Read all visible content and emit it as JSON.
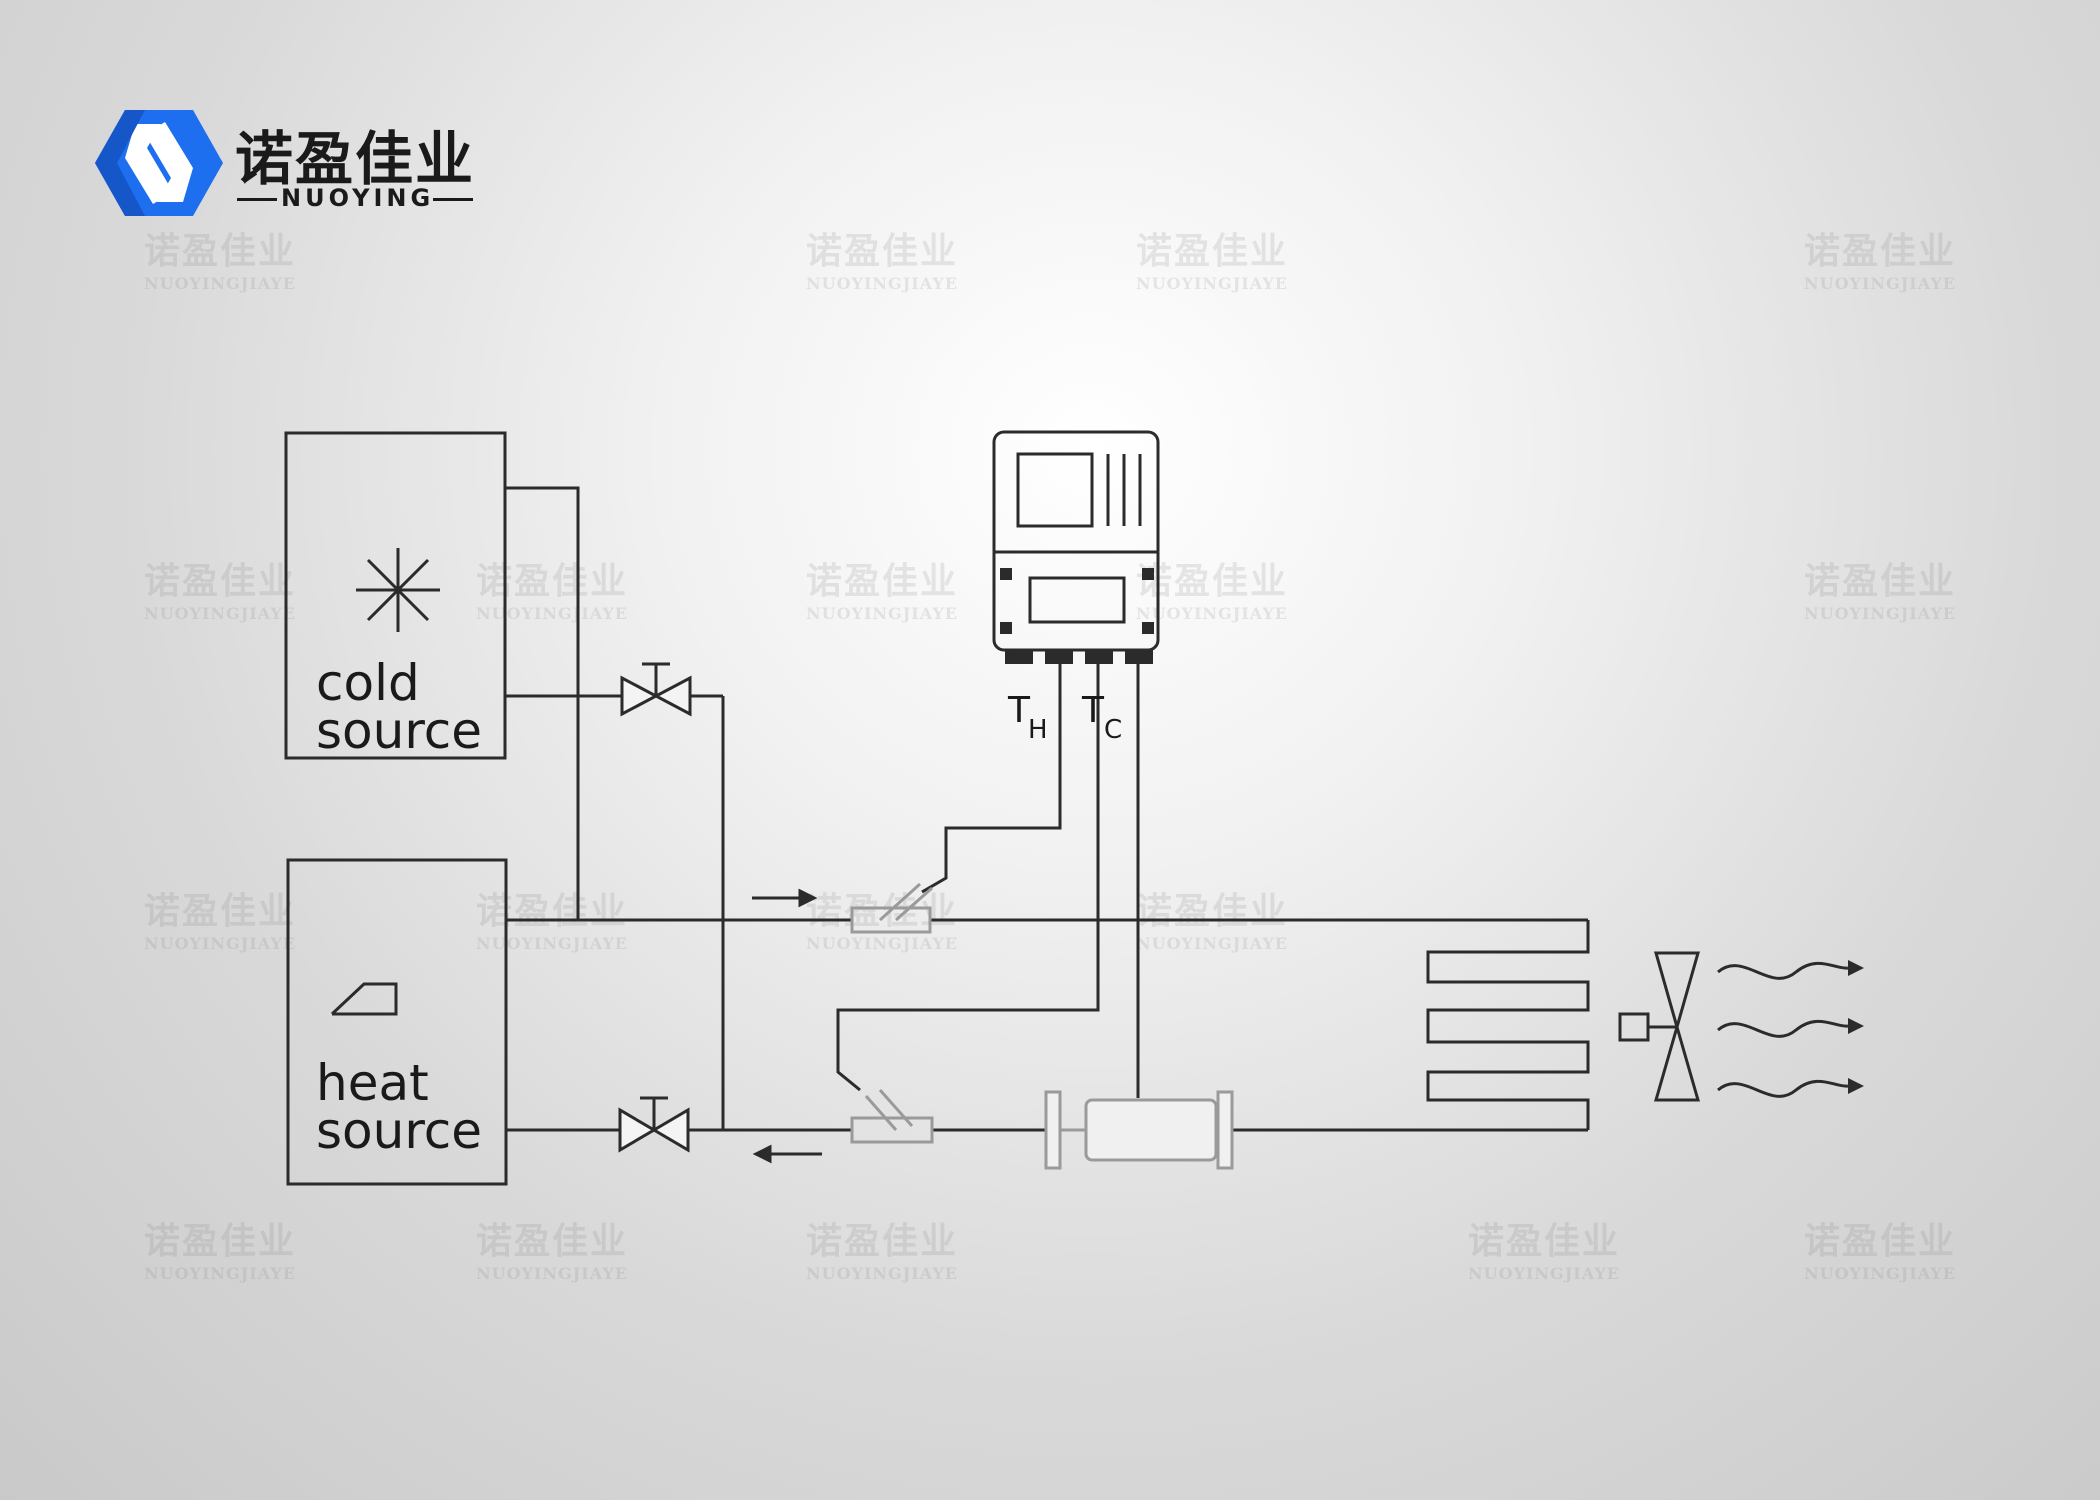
{
  "brand": {
    "name_cn": "诺盈佳业",
    "name_en": "NUOYING",
    "logo_color": "#1e6ff0"
  },
  "watermark": {
    "cn": "诺盈佳业",
    "en": "NUOYINGJIAYE"
  },
  "diagram": {
    "cold_source_line1": "cold",
    "cold_source_line2": "source",
    "heat_source_line1": "heat",
    "heat_source_line2": "source",
    "th_main": "T",
    "th_sub": "H",
    "tc_main": "T",
    "tc_sub": "C",
    "line_color": "#2b2b2b",
    "sensor_color": "#9a9a9a"
  }
}
